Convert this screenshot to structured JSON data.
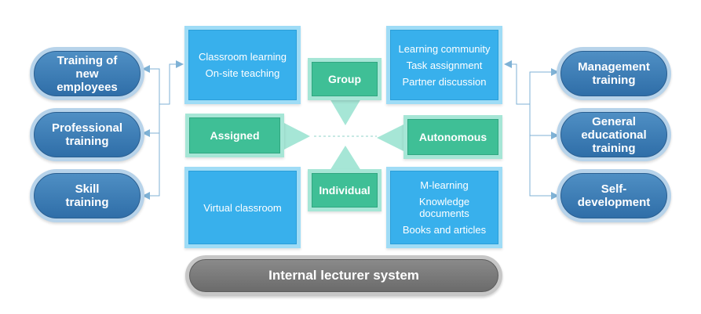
{
  "left_items": [
    {
      "label": "Training of new employees"
    },
    {
      "label": "Professional training"
    },
    {
      "label": "Skill training"
    }
  ],
  "right_items": [
    {
      "label": "Management training"
    },
    {
      "label": "General educational training"
    },
    {
      "label": "Self-development"
    }
  ],
  "quadrants": {
    "top_left": {
      "lines": [
        "Classroom learning",
        "On-site teaching"
      ]
    },
    "top_right": {
      "lines": [
        "Learning community",
        "Task assignment",
        "Partner discussion"
      ]
    },
    "bottom_left": {
      "lines": [
        "Virtual classroom"
      ]
    },
    "bottom_right": {
      "lines": [
        "M-learning",
        "Knowledge documents",
        "Books and articles"
      ]
    }
  },
  "modes": {
    "group": "Group",
    "assigned": "Assigned",
    "autonomous": "Autonomous",
    "individual": "Individual"
  },
  "foundation": "Internal lecturer system",
  "colors": {
    "pill_blue": "#2f6ea8",
    "box_blue": "#38b0ec",
    "box_green": "#3fbf96",
    "bar_gray": "#777777"
  }
}
